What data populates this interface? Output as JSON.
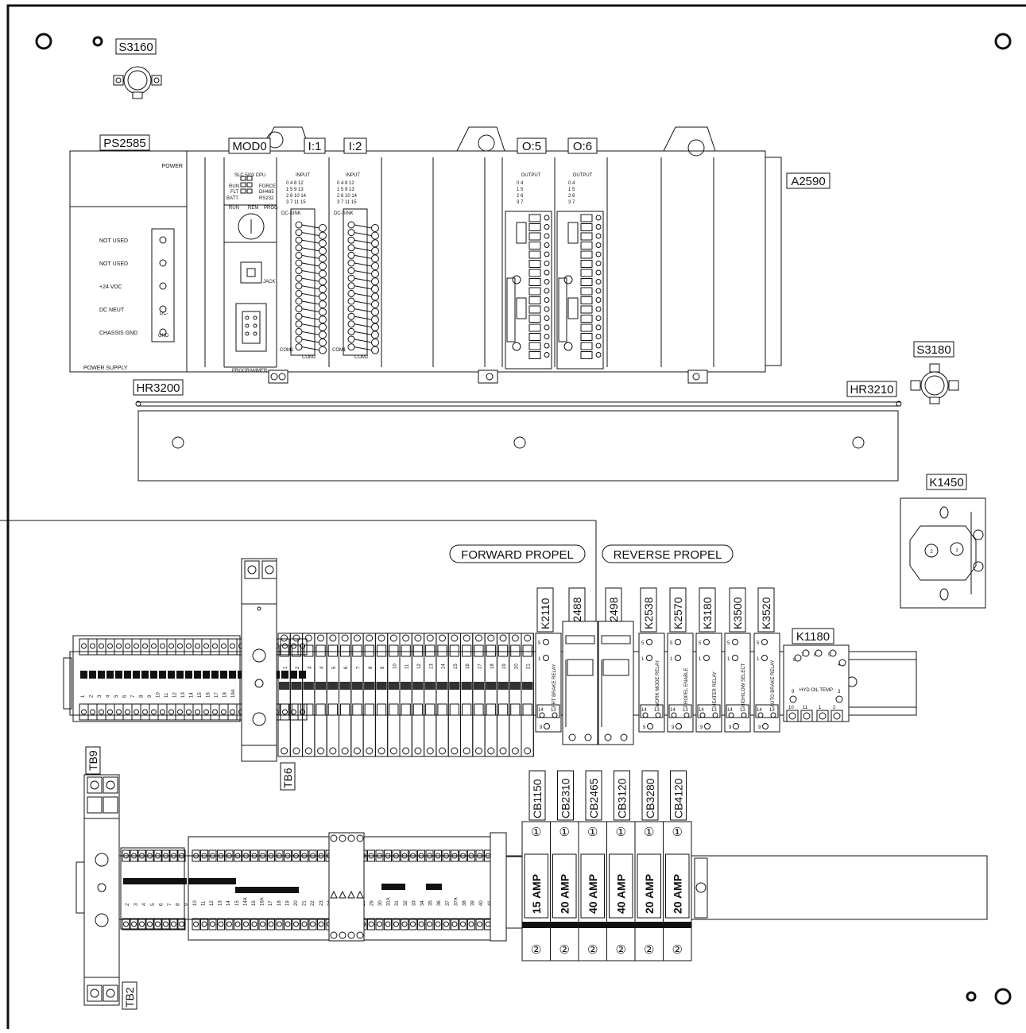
{
  "tags": {
    "s3160": "S3160",
    "s3180": "S3180",
    "ps2585": "PS2585",
    "mod0": "MOD0",
    "i1": "I:1",
    "i2": "I:2",
    "o5": "O:5",
    "o6": "O:6",
    "a2590": "A2590",
    "hr3200": "HR3200",
    "hr3210": "HR3210",
    "k1450": "K1450",
    "k1180": "K1180",
    "tb6": "TB6",
    "tb9": "TB9",
    "tb2": "TB2",
    "relays": [
      "K2110",
      "K2488",
      "K2498",
      "K2538",
      "K2570",
      "K3180",
      "K3500",
      "K3520"
    ],
    "breakers": [
      "CB1150",
      "CB2310",
      "CB2465",
      "CB3120",
      "CB3280",
      "CB4120"
    ]
  },
  "power_supply": {
    "power_label": "POWER",
    "bottom_label": "POWER SUPPLY",
    "terminals": [
      "NOT USED",
      "NOT USED",
      "+24 VDC",
      "DC NEUT",
      "CHASSIS GND"
    ],
    "dc_mark": "DC-",
    "gnd_mark": "GND"
  },
  "cpu": {
    "title": "SLC 5/03 CPU",
    "leds_left": [
      "RUN",
      "FLT",
      "BATT"
    ],
    "leds_right": [
      "FORCE",
      "DH485",
      "RS232"
    ],
    "keyswitch": [
      "RUN",
      "REM",
      "PROG"
    ],
    "jack": "JACK",
    "bottom_label": "PROGRAMMER"
  },
  "input_card": {
    "title": "INPUT",
    "rows": [
      "0 4 8 12",
      "1 5 9 13",
      "2 6 10 14",
      "3 7 11 15"
    ],
    "type": "DC-SINK",
    "com1": "COM1",
    "com2": "COM2"
  },
  "output_card": {
    "title": "OUTPUT",
    "rows": [
      "0 4",
      "1 5",
      "2 6",
      "3 7"
    ]
  },
  "callouts": {
    "forward": "FORWARD PROPEL",
    "reverse": "REVERSE PROPEL"
  },
  "relay_labels": [
    "FRT BRAKE RELAY",
    "WORK MODE RELAY",
    "PROPEL ENABLE",
    "HEATER RELAY",
    "HIGH/LOW SELECT",
    "AUTO BRAKE RELAY"
  ],
  "k1180_label": "HYD OIL TEMP",
  "k1180_pins": [
    "8",
    "7",
    "6",
    "5",
    "4",
    "9",
    "3",
    "10",
    "11",
    "1",
    "2"
  ],
  "k1450_pins": [
    "2",
    "1"
  ],
  "relay_pins": [
    "5",
    "1",
    "14",
    "13",
    "9"
  ],
  "breaker_ratings": [
    "15 AMP",
    "20 AMP",
    "40 AMP",
    "40 AMP",
    "20 AMP",
    "20 AMP"
  ],
  "breaker_pin_top": "①",
  "breaker_pin_bottom": "②",
  "tb6_terminals": [
    "1",
    "2",
    "3",
    "4",
    "5",
    "6",
    "7",
    "8",
    "9",
    "10",
    "11",
    "12",
    "13",
    "14",
    "15",
    "16",
    "17",
    "18",
    "19",
    "20",
    "21"
  ],
  "upper_strip_terminals": [
    "1",
    "2",
    "3",
    "4",
    "5",
    "6",
    "7",
    "8",
    "9",
    "10",
    "11",
    "12",
    "13",
    "14",
    "15",
    "16",
    "17",
    "18",
    "19A"
  ],
  "lower_strip_terminals": [
    "2",
    "3",
    "4",
    "5",
    "6",
    "7",
    "8",
    "9",
    "10",
    "11",
    "12",
    "13",
    "14",
    "15",
    "14A",
    "16",
    "16A",
    "17",
    "18",
    "19",
    "20",
    "21",
    "22",
    "23",
    "24",
    "25",
    "26",
    "27",
    "28",
    "29",
    "30",
    "31A",
    "31",
    "32",
    "33",
    "34",
    "35",
    "36",
    "37",
    "37A",
    "38",
    "39",
    "40",
    "41"
  ]
}
